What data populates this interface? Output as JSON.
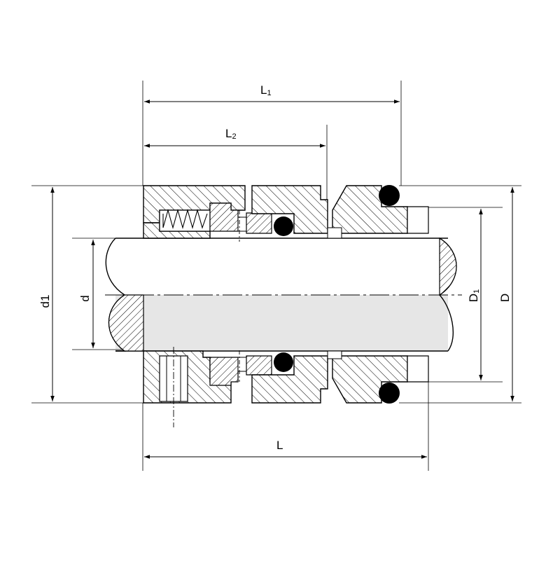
{
  "dimensions": {
    "L1": {
      "main": "L",
      "sub": "1"
    },
    "L2": {
      "main": "L",
      "sub": "2"
    },
    "L": {
      "main": "L"
    },
    "d1": {
      "text": "d1"
    },
    "d": {
      "text": "d"
    },
    "D1": {
      "main": "D",
      "sub": "1"
    },
    "D": {
      "text": "D"
    }
  },
  "colors": {
    "line": "#000000",
    "hatch": "#000000",
    "shaft_fill": "#e4e4e4",
    "background": "#ffffff",
    "o_ring": "#000000"
  }
}
